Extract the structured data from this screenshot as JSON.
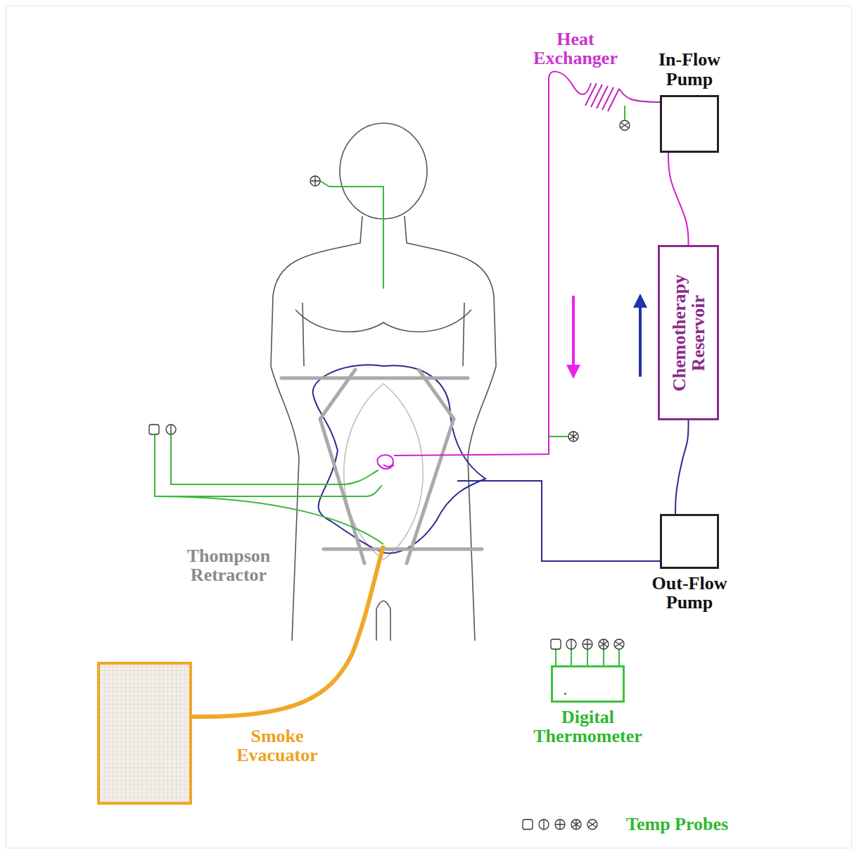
{
  "diagram": {
    "nodes": [
      {
        "text": [
          "In-Flow Pump"
        ]
      },
      {
        "text": [
          "Chemotherapy Reservoir"
        ]
      },
      {
        "text": [
          "Out-Flow Pump"
        ]
      },
      {
        "text": [
          "Smoke Evacuator"
        ]
      },
      {
        "text": [
          "Digital Thermometer"
        ]
      }
    ],
    "edges": [
      {
        "from": 2,
        "to": 1,
        "arrow": "none"
      },
      {
        "from": 1,
        "to": 0,
        "arrow": "none"
      }
    ],
    "labels": [
      "Heat Exchanger",
      "Thompson Retractor"
    ],
    "legend": [
      {
        "text": "Temp Probes"
      }
    ]
  }
}
